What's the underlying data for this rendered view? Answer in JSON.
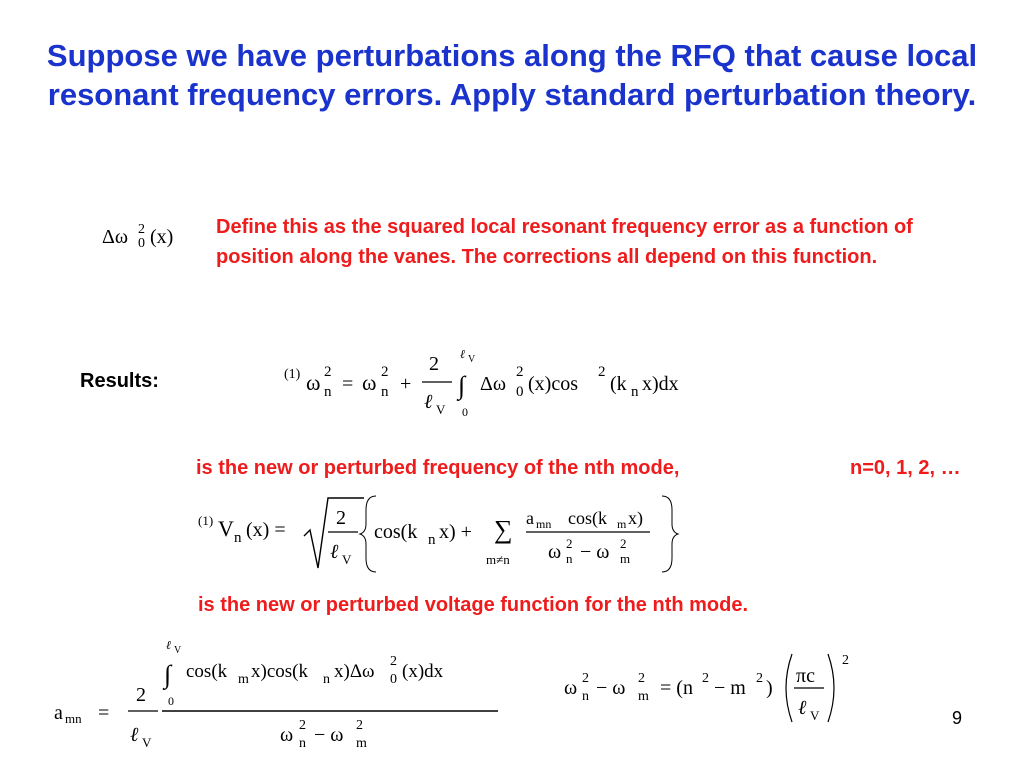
{
  "slide": {
    "title": "Suppose we have perturbations along the RFQ that cause local resonant frequency errors. Apply standard perturbation theory.",
    "definition_text": "Define this as the squared local resonant frequency error as a function of position along the vanes. The corrections all depend on this function.",
    "results_label": "Results:",
    "frequency_note": "is the new or perturbed frequency of the nth mode,",
    "mode_index": "n=0, 1,  2, …",
    "voltage_note": "is the new or perturbed voltage function for the nth mode.",
    "page_number": "9"
  },
  "colors": {
    "title": "#1a33cc",
    "note": "#ee1c1c",
    "text": "#000000"
  }
}
